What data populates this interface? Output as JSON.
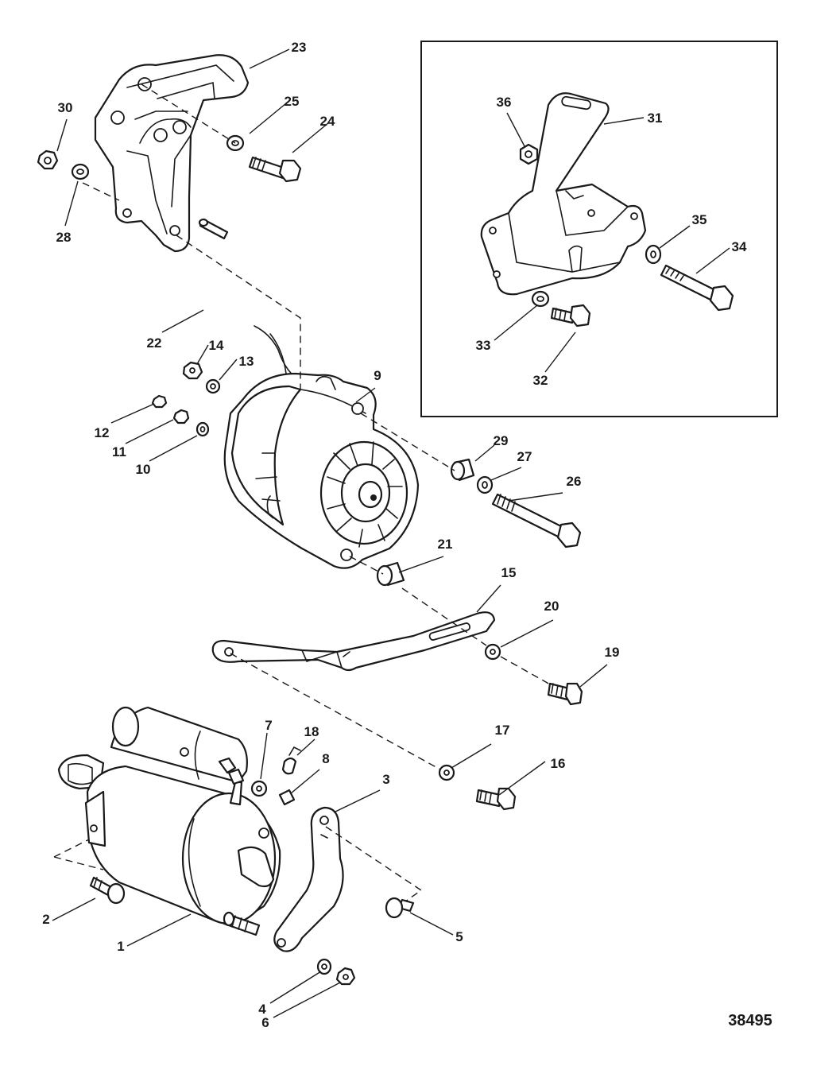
{
  "figure_id": "38495",
  "callouts": [
    "1",
    "2",
    "3",
    "4",
    "5",
    "6",
    "7",
    "8",
    "9",
    "10",
    "11",
    "12",
    "13",
    "14",
    "15",
    "16",
    "17",
    "18",
    "19",
    "20",
    "21",
    "22",
    "23",
    "24",
    "25",
    "26",
    "27",
    "28",
    "29",
    "30",
    "31",
    "32",
    "33",
    "34",
    "35",
    "36"
  ],
  "parts": [
    {
      "name": "starter-motor",
      "callout": "1"
    },
    {
      "name": "starter-bolt",
      "callout": "2"
    },
    {
      "name": "starter-brace",
      "callout": "3"
    },
    {
      "name": "starter-washer",
      "callout": "4"
    },
    {
      "name": "brace-bolt",
      "callout": "5"
    },
    {
      "name": "starter-nut",
      "callout": "6"
    },
    {
      "name": "solenoid-washer",
      "callout": "7"
    },
    {
      "name": "solenoid-clip",
      "callout": "8"
    },
    {
      "name": "alternator",
      "callout": "9"
    },
    {
      "name": "terminal-washer",
      "callout": "10"
    },
    {
      "name": "terminal-nut-small",
      "callout": "11"
    },
    {
      "name": "terminal-nut-tiny",
      "callout": "12"
    },
    {
      "name": "terminal-washer-2",
      "callout": "13"
    },
    {
      "name": "terminal-nut",
      "callout": "14"
    },
    {
      "name": "adjusting-brace",
      "callout": "15"
    },
    {
      "name": "brace-mount-bolt",
      "callout": "16"
    },
    {
      "name": "brace-mount-washer",
      "callout": "17"
    },
    {
      "name": "wire-terminal",
      "callout": "18"
    },
    {
      "name": "adjust-bolt",
      "callout": "19"
    },
    {
      "name": "adjust-washer",
      "callout": "20"
    },
    {
      "name": "lower-spacer",
      "callout": "21"
    },
    {
      "name": "pin",
      "callout": "22"
    },
    {
      "name": "alternator-bracket",
      "callout": "23"
    },
    {
      "name": "bracket-bolt",
      "callout": "24"
    },
    {
      "name": "bracket-washer",
      "callout": "25"
    },
    {
      "name": "pivot-bolt",
      "callout": "26"
    },
    {
      "name": "pivot-washer",
      "callout": "27"
    },
    {
      "name": "bracket-washer-2",
      "callout": "28"
    },
    {
      "name": "pivot-spacer",
      "callout": "29"
    },
    {
      "name": "bracket-nut",
      "callout": "30"
    },
    {
      "name": "alt-bracket-variant",
      "callout": "31"
    },
    {
      "name": "variant-bolt-short",
      "callout": "32"
    },
    {
      "name": "variant-washer",
      "callout": "33"
    },
    {
      "name": "variant-bolt-long",
      "callout": "34"
    },
    {
      "name": "variant-washer-2",
      "callout": "35"
    },
    {
      "name": "variant-nut",
      "callout": "36"
    }
  ]
}
